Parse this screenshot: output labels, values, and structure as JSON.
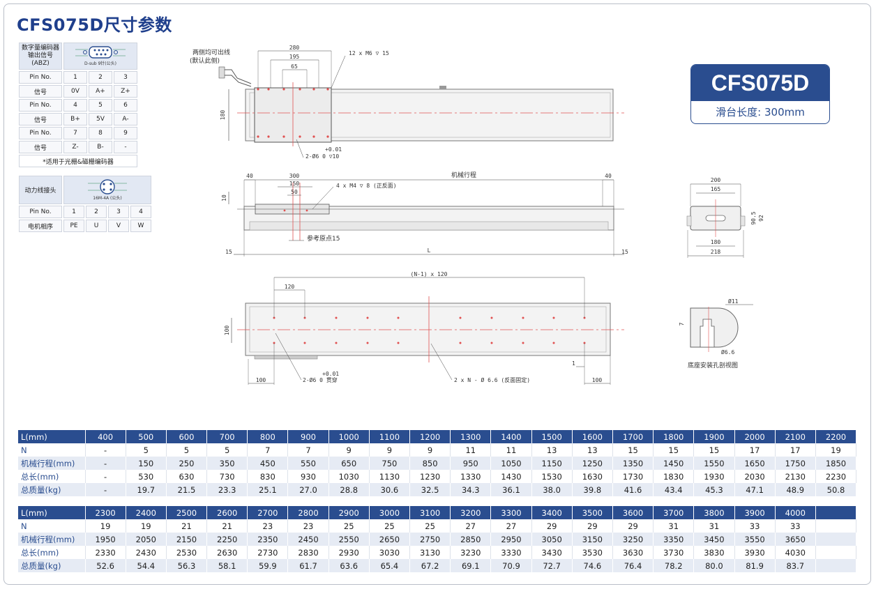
{
  "title": "CFS075D尺寸参数",
  "badge": {
    "model": "CFS075D",
    "subtitle": "滑台长度: 300mm"
  },
  "encoder": {
    "label": "数字量编码器输出信号(ABZ)",
    "connector_caption": "D-sub 9针(公头)",
    "rows": [
      {
        "label": "Pin No.",
        "cells": [
          "1",
          "2",
          "3"
        ]
      },
      {
        "label": "信号",
        "cells": [
          "0V",
          "A+",
          "Z+"
        ]
      },
      {
        "label": "Pin No.",
        "cells": [
          "4",
          "5",
          "6"
        ]
      },
      {
        "label": "信号",
        "cells": [
          "B+",
          "5V",
          "A-"
        ]
      },
      {
        "label": "Pin No.",
        "cells": [
          "7",
          "8",
          "9"
        ]
      },
      {
        "label": "信号",
        "cells": [
          "Z-",
          "B-",
          "-"
        ]
      }
    ],
    "note": "*适用于光栅&磁栅编码器"
  },
  "motor": {
    "label": "动力线接头",
    "connector_caption": "16M-4A (公头)",
    "rows": [
      {
        "label": "Pin No.",
        "cells": [
          "1",
          "2",
          "3",
          "4"
        ]
      },
      {
        "label": "电机相序",
        "cells": [
          "PE",
          "U",
          "V",
          "W"
        ]
      }
    ]
  },
  "drawing": {
    "cable_note_1": "两侧均可出线",
    "cable_note_2": "(默认此侧)",
    "top": {
      "d280": "280",
      "d195": "195",
      "d65": "65",
      "holes": "12 x M6 ▽ 15",
      "h180": "180",
      "pin_tol": "+0.01",
      "pin": "2-Ø6  0    ▽10"
    },
    "side": {
      "d40a": "40",
      "d300": "300",
      "d150": "150",
      "d50": "50",
      "holes": "4 x M4 ▽ 8 (正反面)",
      "stroke": "机械行程",
      "d40b": "40",
      "d10": "10",
      "ref": "参考原点15",
      "d15a": "15",
      "L": "L",
      "d15b": "15"
    },
    "bottom": {
      "pitch": "(N-1) x 120",
      "d120": "120",
      "h100": "100",
      "d100a": "100",
      "pin_tol": "+0.01",
      "pin": "2-Ø6  0    贯穿",
      "mount": "2 x N - Ø 6.6 (反面固定)",
      "d1": "1",
      "d100b": "100"
    },
    "end": {
      "d200": "200",
      "d165": "165",
      "h905": "90.5",
      "h92": "92",
      "d180": "180",
      "d218": "218"
    },
    "section": {
      "d11": "Ø11",
      "d7": "7",
      "d66": "Ø6.6",
      "caption": "底座安装孔剖视图"
    }
  },
  "spec_table_1": {
    "rows": [
      {
        "label": "L(mm)",
        "values": [
          "400",
          "500",
          "600",
          "700",
          "800",
          "900",
          "1000",
          "1100",
          "1200",
          "1300",
          "1400",
          "1500",
          "1600",
          "1700",
          "1800",
          "1900",
          "2000",
          "2100",
          "2200"
        ]
      },
      {
        "label": "N",
        "values": [
          "-",
          "5",
          "5",
          "5",
          "7",
          "7",
          "9",
          "9",
          "9",
          "11",
          "11",
          "13",
          "13",
          "15",
          "15",
          "15",
          "17",
          "17",
          "19"
        ]
      },
      {
        "label": "机械行程(mm)",
        "values": [
          "-",
          "150",
          "250",
          "350",
          "450",
          "550",
          "650",
          "750",
          "850",
          "950",
          "1050",
          "1150",
          "1250",
          "1350",
          "1450",
          "1550",
          "1650",
          "1750",
          "1850"
        ]
      },
      {
        "label": "总长(mm)",
        "values": [
          "-",
          "530",
          "630",
          "730",
          "830",
          "930",
          "1030",
          "1130",
          "1230",
          "1330",
          "1430",
          "1530",
          "1630",
          "1730",
          "1830",
          "1930",
          "2030",
          "2130",
          "2230"
        ]
      },
      {
        "label": "总质量(kg)",
        "values": [
          "-",
          "19.7",
          "21.5",
          "23.3",
          "25.1",
          "27.0",
          "28.8",
          "30.6",
          "32.5",
          "34.3",
          "36.1",
          "38.0",
          "39.8",
          "41.6",
          "43.4",
          "45.3",
          "47.1",
          "48.9",
          "50.8"
        ]
      }
    ]
  },
  "spec_table_2": {
    "rows": [
      {
        "label": "L(mm)",
        "values": [
          "2300",
          "2400",
          "2500",
          "2600",
          "2700",
          "2800",
          "2900",
          "3000",
          "3100",
          "3200",
          "3300",
          "3400",
          "3500",
          "3600",
          "3700",
          "3800",
          "3900",
          "4000",
          ""
        ]
      },
      {
        "label": "N",
        "values": [
          "19",
          "19",
          "21",
          "21",
          "23",
          "23",
          "25",
          "25",
          "25",
          "27",
          "27",
          "29",
          "29",
          "29",
          "31",
          "31",
          "33",
          "33",
          ""
        ]
      },
      {
        "label": "机械行程(mm)",
        "values": [
          "1950",
          "2050",
          "2150",
          "2250",
          "2350",
          "2450",
          "2550",
          "2650",
          "2750",
          "2850",
          "2950",
          "3050",
          "3150",
          "3250",
          "3350",
          "3450",
          "3550",
          "3650",
          ""
        ]
      },
      {
        "label": "总长(mm)",
        "values": [
          "2330",
          "2430",
          "2530",
          "2630",
          "2730",
          "2830",
          "2930",
          "3030",
          "3130",
          "3230",
          "3330",
          "3430",
          "3530",
          "3630",
          "3730",
          "3830",
          "3930",
          "4030",
          ""
        ]
      },
      {
        "label": "总质量(kg)",
        "values": [
          "52.6",
          "54.4",
          "56.3",
          "58.1",
          "59.9",
          "61.7",
          "63.6",
          "65.4",
          "67.2",
          "69.1",
          "70.9",
          "72.7",
          "74.6",
          "76.4",
          "78.2",
          "80.0",
          "81.9",
          "83.7",
          ""
        ]
      }
    ]
  }
}
